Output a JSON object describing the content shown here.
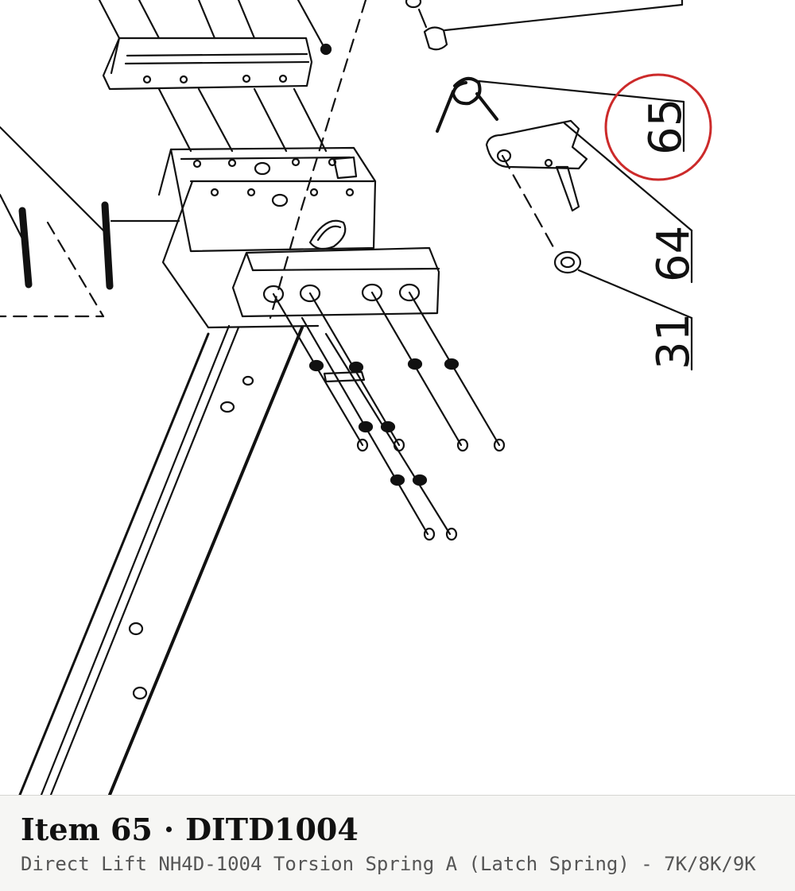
{
  "diagram": {
    "callouts": [
      {
        "id": "65",
        "label": "65"
      },
      {
        "id": "64",
        "label": "64"
      },
      {
        "id": "31",
        "label": "31"
      }
    ],
    "highlight_color": "#cc2a2a",
    "line_color": "#111111"
  },
  "caption": {
    "item_label": "Item 65",
    "separator": "·",
    "part_number": "DITD1004",
    "description": "Direct Lift NH4D-1004 Torsion Spring A (Latch Spring) - 7K/8K/9K"
  }
}
